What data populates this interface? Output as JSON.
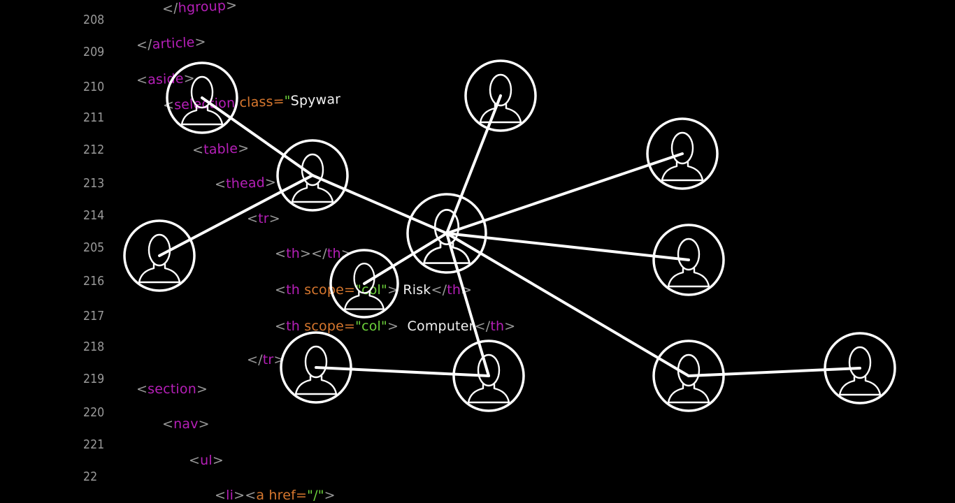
{
  "colors": {
    "background": "#000000",
    "line_number": "#9a9a9a",
    "tag": "#b61fb8",
    "attribute": "#d7772e",
    "string": "#6dd33b",
    "text": "#f2f2f2",
    "bracket": "#9a9a9a",
    "network": "#ffffff"
  },
  "code": {
    "line_numbers": [
      "208",
      "209",
      "210",
      "211",
      "212",
      "213",
      "214",
      "205",
      "216",
      "217",
      "218",
      "219",
      "220",
      "221",
      "22"
    ],
    "lines": [
      [
        {
          "c": "b",
          "v": "</"
        },
        {
          "c": "t",
          "v": "hgroup"
        },
        {
          "c": "b",
          "v": ">"
        }
      ],
      [
        {
          "c": "b",
          "v": "</"
        },
        {
          "c": "t",
          "v": "article"
        },
        {
          "c": "b",
          "v": ">"
        }
      ],
      [
        {
          "c": "b",
          "v": "<"
        },
        {
          "c": "t",
          "v": "aside"
        },
        {
          "c": "b",
          "v": ">"
        }
      ],
      [
        {
          "c": "b",
          "v": "<"
        },
        {
          "c": "t",
          "v": "selection"
        },
        {
          "c": "a",
          "v": " class="
        },
        {
          "c": "s",
          "v": "\""
        },
        {
          "c": "w",
          "v": "Spywar"
        }
      ],
      [
        {
          "c": "b",
          "v": "<"
        },
        {
          "c": "t",
          "v": "table"
        },
        {
          "c": "b",
          "v": ">"
        }
      ],
      [
        {
          "c": "b",
          "v": "<"
        },
        {
          "c": "t",
          "v": "thead"
        },
        {
          "c": "b",
          "v": ">"
        }
      ],
      [
        {
          "c": "b",
          "v": "<"
        },
        {
          "c": "t",
          "v": "tr"
        },
        {
          "c": "b",
          "v": ">"
        }
      ],
      [
        {
          "c": "b",
          "v": "<"
        },
        {
          "c": "t",
          "v": "th"
        },
        {
          "c": "b",
          "v": "></"
        },
        {
          "c": "t",
          "v": "th"
        },
        {
          "c": "b",
          "v": ">"
        }
      ],
      [
        {
          "c": "b",
          "v": "<"
        },
        {
          "c": "t",
          "v": "th"
        },
        {
          "c": "a",
          "v": " scope="
        },
        {
          "c": "s",
          "v": "\"col\""
        },
        {
          "c": "b",
          "v": ">"
        },
        {
          "c": "w",
          "v": " Risk"
        },
        {
          "c": "b",
          "v": "</"
        },
        {
          "c": "t",
          "v": "th"
        },
        {
          "c": "b",
          "v": ">"
        }
      ],
      [
        {
          "c": "b",
          "v": "<"
        },
        {
          "c": "t",
          "v": "th"
        },
        {
          "c": "a",
          "v": " scope="
        },
        {
          "c": "s",
          "v": "\"col\""
        },
        {
          "c": "b",
          "v": ">"
        },
        {
          "c": "w",
          "v": "  Computer"
        },
        {
          "c": "b",
          "v": "</"
        },
        {
          "c": "t",
          "v": "th"
        },
        {
          "c": "b",
          "v": ">"
        }
      ],
      [
        {
          "c": "b",
          "v": "</"
        },
        {
          "c": "t",
          "v": "tr"
        },
        {
          "c": "b",
          "v": ">"
        }
      ],
      [
        {
          "c": "b",
          "v": "<"
        },
        {
          "c": "t",
          "v": "section"
        },
        {
          "c": "b",
          "v": ">"
        }
      ],
      [
        {
          "c": "b",
          "v": "<"
        },
        {
          "c": "t",
          "v": "nav"
        },
        {
          "c": "b",
          "v": ">"
        }
      ],
      [
        {
          "c": "b",
          "v": "<"
        },
        {
          "c": "t",
          "v": "ul"
        },
        {
          "c": "b",
          "v": ">"
        }
      ],
      [
        {
          "c": "b",
          "v": "<"
        },
        {
          "c": "t",
          "v": "li"
        },
        {
          "c": "b",
          "v": "><"
        },
        {
          "c": "a",
          "v": "a href="
        },
        {
          "c": "s",
          "v": "\"/\""
        },
        {
          "c": "b",
          "v": ">"
        }
      ]
    ]
  },
  "network": {
    "nodes": [
      {
        "name": "user-node-hub",
        "icon": "person-icon"
      },
      {
        "name": "user-node-left-upper",
        "icon": "person-icon"
      },
      {
        "name": "user-node-top-left",
        "icon": "person-icon"
      },
      {
        "name": "user-node-left",
        "icon": "person-icon"
      },
      {
        "name": "user-node-top-center",
        "icon": "person-icon"
      },
      {
        "name": "user-node-right-upper",
        "icon": "person-icon"
      },
      {
        "name": "user-node-right-middle",
        "icon": "person-icon"
      },
      {
        "name": "user-node-right-lower",
        "icon": "person-icon"
      },
      {
        "name": "user-node-far-right",
        "icon": "person-icon"
      },
      {
        "name": "user-node-bottom-center",
        "icon": "person-icon"
      },
      {
        "name": "user-node-bottom-left",
        "icon": "person-icon"
      },
      {
        "name": "user-node-center-small",
        "icon": "person-icon"
      }
    ],
    "edges": [
      [
        0,
        1
      ],
      [
        1,
        2
      ],
      [
        1,
        3
      ],
      [
        0,
        4
      ],
      [
        0,
        5
      ],
      [
        0,
        6
      ],
      [
        0,
        7
      ],
      [
        7,
        8
      ],
      [
        0,
        9
      ],
      [
        9,
        10
      ],
      [
        0,
        11
      ]
    ]
  }
}
